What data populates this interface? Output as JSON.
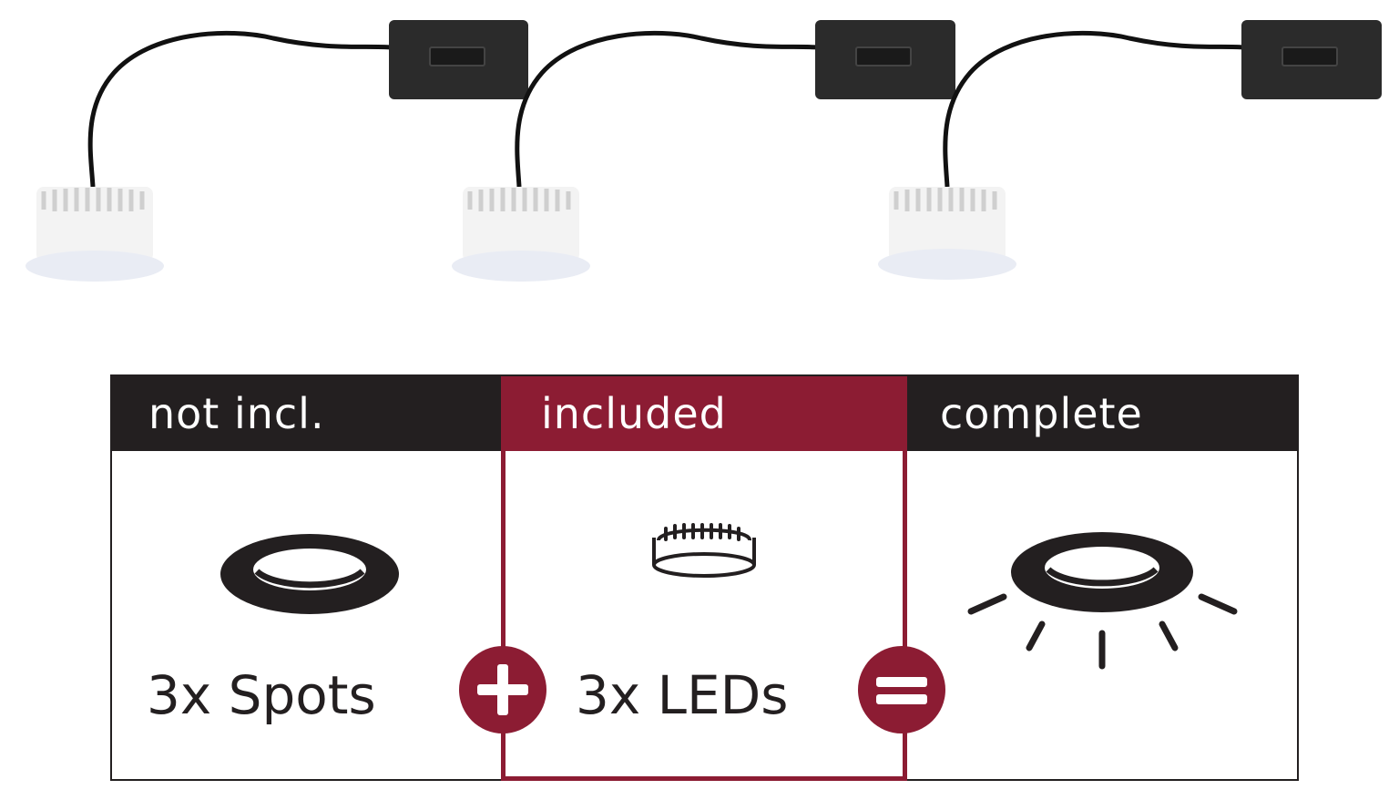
{
  "headers": {
    "not_included": "not incl.",
    "included": "included",
    "complete": "complete"
  },
  "captions": {
    "spots": "3x Spots",
    "leds": "3x LEDs"
  },
  "icons": {
    "plus": "plus-icon",
    "equals": "equals-icon",
    "spot": "spot-ring-icon",
    "led": "led-module-icon",
    "complete": "lit-spot-icon"
  },
  "colors": {
    "dark": "#231f20",
    "accent": "#8c1c33"
  }
}
